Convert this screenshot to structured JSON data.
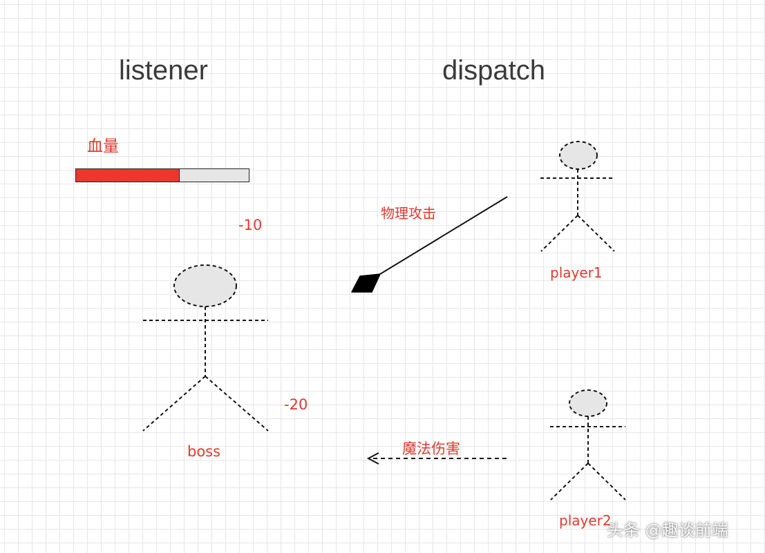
{
  "titles": {
    "listener": "listener",
    "dispatch": "dispatch"
  },
  "hp": {
    "label": "血量",
    "level": 0.6
  },
  "damage": {
    "physical_value": "-10",
    "magic_value": "-20"
  },
  "attacks": {
    "physical": "物理攻击",
    "magic": "魔法伤害"
  },
  "actors": {
    "boss": "boss",
    "player1": "player1",
    "player2": "player2"
  },
  "watermark": "头条 @趣谈前端",
  "colors": {
    "accent_red": "#e03a2c",
    "hp_fill": "#e8392a",
    "hp_empty": "#e6e6e6",
    "head_fill": "#e6e6e6",
    "title": "#3a3a3a"
  }
}
